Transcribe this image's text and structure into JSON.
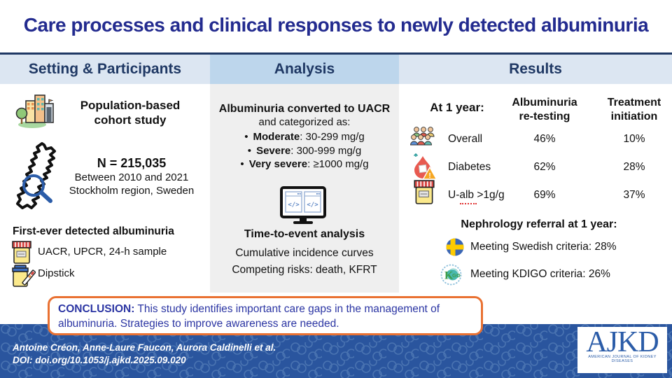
{
  "title": "Care processes and clinical responses to newly detected albuminuria",
  "headers": {
    "setting": "Setting & Participants",
    "analysis": "Analysis",
    "results": "Results"
  },
  "setting": {
    "study": {
      "line1": "Population-based",
      "line2": "cohort study"
    },
    "cohort": {
      "n": "N = 215,035",
      "period": "Between 2010 and 2021",
      "region": "Stockholm region, Sweden"
    },
    "detection": {
      "heading": "First-ever detected albuminuria",
      "items": [
        {
          "icon": "urine-sample-jar-icon",
          "label": "UACR, UPCR, 24-h sample"
        },
        {
          "icon": "dipstick-jar-icon",
          "label": "Dipstick"
        }
      ]
    }
  },
  "analysis": {
    "conversion_heading": "Albuminuria converted to UACR",
    "conversion_sub": "and categorized as:",
    "categories": [
      {
        "name": "Moderate",
        "range": ": 30-299 mg/g"
      },
      {
        "name": "Severe",
        "range": ": 300-999 mg/g"
      },
      {
        "name": "Very severe",
        "range": ": ≥1000 mg/g"
      }
    ],
    "tte_heading": "Time-to-event analysis",
    "tte_line1": "Cumulative incidence curves",
    "tte_line2": "Competing risks: death, KFRT"
  },
  "results": {
    "table": {
      "row_header": "At 1 year:",
      "col_retesting": {
        "line1": "Albuminuria",
        "line2": "re-testing"
      },
      "col_initiation": {
        "line1": "Treatment",
        "line2": "initiation"
      },
      "rows": [
        {
          "icon": "crowd-icon",
          "label": "Overall",
          "retesting": "46%",
          "initiation": "10%"
        },
        {
          "icon": "diabetes-icon",
          "label": "Diabetes",
          "retesting": "62%",
          "initiation": "28%"
        },
        {
          "icon": "urine-cup-icon",
          "label": "U-alb >1g/g",
          "retesting": "69%",
          "initiation": "37%"
        }
      ]
    },
    "referral": {
      "heading": "Nephrology referral at 1 year:",
      "items": [
        {
          "icon": "sweden-flag-icon",
          "label": "Meeting Swedish criteria: 28%"
        },
        {
          "icon": "kdigo-icon",
          "label": "Meeting KDIGO criteria: 26%"
        }
      ]
    }
  },
  "conclusion": {
    "label": "CONCLUSION:",
    "text": " This study identifies important care gaps in the management of albuminuria. Strategies to improve awareness are needed."
  },
  "footer": {
    "authors": "Antoine Créon, Anne-Laure Faucon, Aurora Caldinelli et al.",
    "doi": "DOI: doi.org/10.1053/j.ajkd.2025.09.020",
    "logo": "AJKD",
    "logo_sub": "AMERICAN JOURNAL OF KIDNEY DISEASES"
  },
  "colors": {
    "title_navy": "#232B8F",
    "header_text": "#1F3864",
    "header_bg": "#DCE6F2",
    "analysis_header_bg": "#BDD6EC",
    "panel_gray": "#EFEFEF",
    "conclusion_border": "#E97132",
    "conclusion_text": "#2B35A3",
    "footer_blue": "#2A559E",
    "ajkd_blue": "#2B5CA8",
    "sweden_flag_blue": "#3A66B5",
    "sweden_flag_yellow": "#FECB00"
  }
}
